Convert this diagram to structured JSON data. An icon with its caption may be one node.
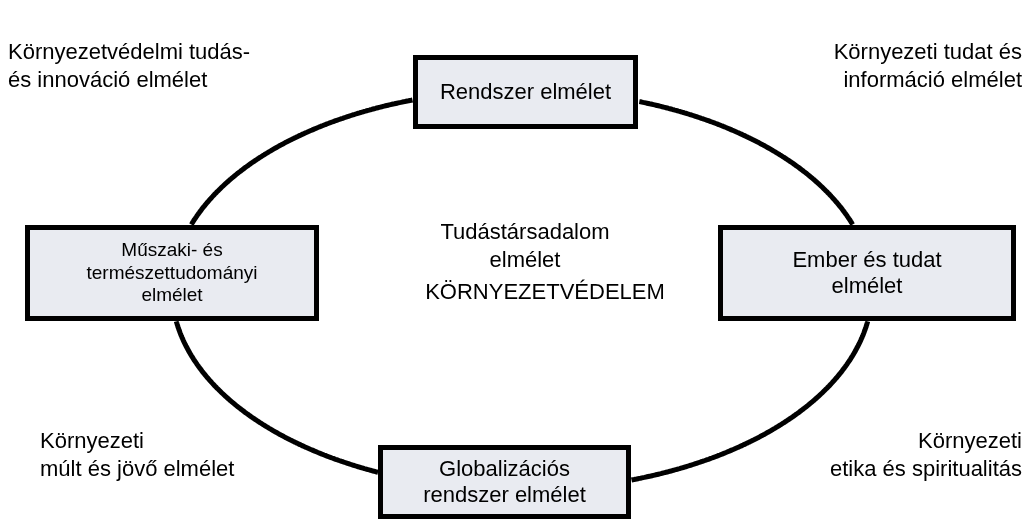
{
  "diagram": {
    "nodes": [
      {
        "text": [
          "Rendszer elmélet"
        ]
      },
      {
        "text": [
          "Műszaki- és természettudományi elmélet"
        ]
      },
      {
        "text": [
          "Ember és tudat elmélet"
        ]
      },
      {
        "text": [
          "Globalizációs rendszer elmélet"
        ]
      }
    ],
    "edges": [
      {
        "from": 0,
        "to": 2,
        "arrow": "none"
      },
      {
        "from": 2,
        "to": 3,
        "arrow": "none"
      },
      {
        "from": 3,
        "to": 1,
        "arrow": "none"
      },
      {
        "from": 1,
        "to": 0,
        "arrow": "none"
      }
    ],
    "labels": [
      "Környezetvédelmi tudás- és innováció elmélet",
      "Környezeti tudat és információ elmélet",
      "Tudástársadalom elmélet",
      "KÖRNYEZETVÉDELEM",
      "Környezeti",
      "múlt és jövő elmélet",
      "Környezeti",
      "etika és spiritualitás"
    ]
  }
}
